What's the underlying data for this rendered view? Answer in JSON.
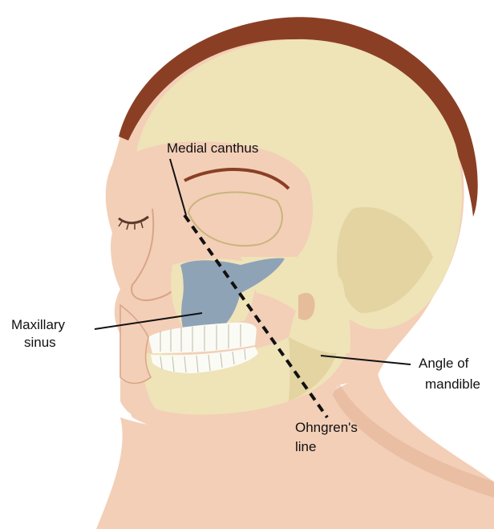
{
  "labels": {
    "medial_canthus": "Medial canthus",
    "maxillary_sinus_line1": "Maxillary",
    "maxillary_sinus_line2": "sinus",
    "angle_of_mandible_line1": "Angle of",
    "angle_of_mandible_line2": "mandible",
    "ohngren_line1": "Ohngren's",
    "ohngren_line2": "line"
  },
  "colors": {
    "skin": "#f3cfb7",
    "skin_shadow": "#e2ad8f",
    "hair": "#8a3f24",
    "bone": "#efe3b8",
    "bone_shadow": "#d8c88f",
    "sinus": "#8fa3b7",
    "teeth": "#fbfbf6",
    "line": "#111111"
  }
}
